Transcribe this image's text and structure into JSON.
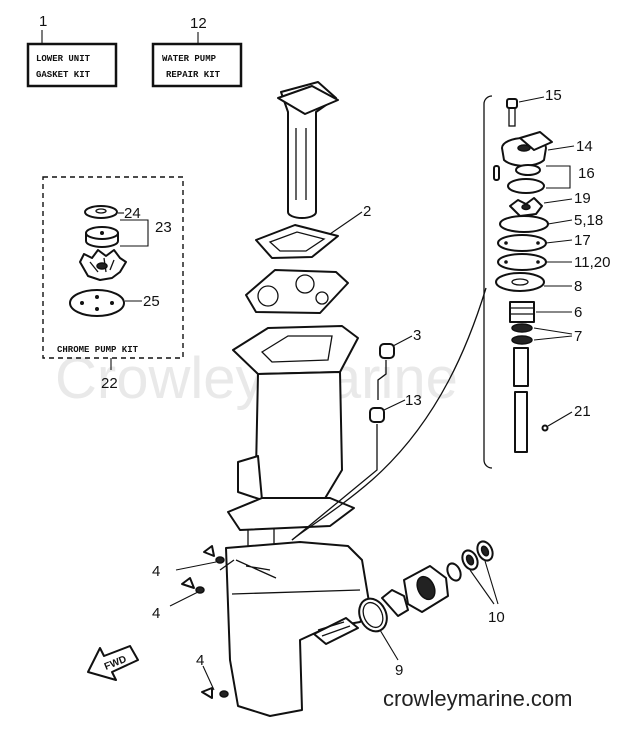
{
  "watermark": "Crowley Marine",
  "site_url": "crowleymarine.com",
  "kits": {
    "lower_unit": {
      "number": "1",
      "line1": "LOWER UNIT",
      "line2": "GASKET KIT"
    },
    "water_pump": {
      "number": "12",
      "line1": "WATER PUMP",
      "line2": "REPAIR KIT"
    },
    "chrome_pump": {
      "number": "22",
      "label": "CHROME PUMP KIT"
    }
  },
  "fwd_label": "FWD",
  "callouts": {
    "c2": "2",
    "c3": "3",
    "c4a": "4",
    "c4b": "4",
    "c4c": "4",
    "c5_18": "5,18",
    "c6": "6",
    "c7": "7",
    "c8": "8",
    "c9": "9",
    "c10": "10",
    "c11_20": "11,20",
    "c13": "13",
    "c14": "14",
    "c15": "15",
    "c16": "16",
    "c17": "17",
    "c19": "19",
    "c21": "21",
    "c23": "23",
    "c24": "24",
    "c25": "25"
  }
}
